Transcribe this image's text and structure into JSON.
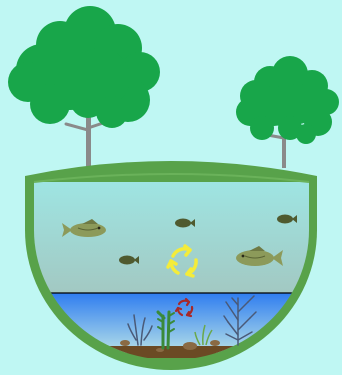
{
  "scene": {
    "background_color": "#bff7f3",
    "trees": [
      {
        "name": "tree-left",
        "foliage_color": "#18a64a",
        "trunk_color": "#8a8a8a"
      },
      {
        "name": "tree-right",
        "foliage_color": "#18a64a",
        "trunk_color": "#8a8a8a"
      }
    ],
    "pond": {
      "rim_color": "#58a24a",
      "upper_water_top_color": "#9ee8e6",
      "upper_water_bottom_color": "#a2c8c2",
      "lower_water_top_color": "#2f7df0",
      "lower_water_bottom_color": "#b5e0e8",
      "sediment_color": "#6b4a24",
      "thermocline_color": "#000000"
    },
    "fish": [
      {
        "name": "fish-large-left",
        "color": "#8c9a5a"
      },
      {
        "name": "fish-large-right",
        "color": "#8c9a5a"
      },
      {
        "name": "fish-small-1",
        "color": "#4f5a2f"
      },
      {
        "name": "fish-small-2",
        "color": "#4f5a2f"
      },
      {
        "name": "fish-small-3",
        "color": "#4f5a2f"
      }
    ],
    "cycles": [
      {
        "name": "recycle-icon-upper",
        "color": "#f4ec3a"
      },
      {
        "name": "recycle-icon-lower",
        "color": "#a82828"
      }
    ],
    "plants": [
      {
        "name": "aquatic-plant-tall",
        "color": "#3a8a3a"
      },
      {
        "name": "aquatic-plant-reeds",
        "color": "#4a5a78"
      },
      {
        "name": "aquatic-plant-bushy",
        "color": "#4a5a78"
      }
    ]
  }
}
